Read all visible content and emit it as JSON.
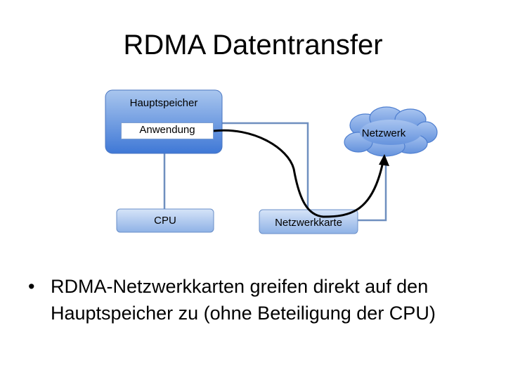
{
  "title": "RDMA Datentransfer",
  "diagram": {
    "hauptspeicher": "Hauptspeicher",
    "anwendung": "Anwendung",
    "cpu": "CPU",
    "netzwerkkarte": "Netzwerkkarte",
    "netzwerk": "Netzwerk"
  },
  "bullet": {
    "marker": "•",
    "text": "RDMA-Netzwerkkarten greifen direkt auf den Hauptspeicher zu (ohne Beteiligung der CPU)"
  },
  "colors": {
    "box_fill_top": "#a9c6ee",
    "box_fill_bottom": "#3f78d6",
    "connector": "#6f8fbf",
    "cloud_fill": "#7fa8e6",
    "arrow": "#000000"
  }
}
